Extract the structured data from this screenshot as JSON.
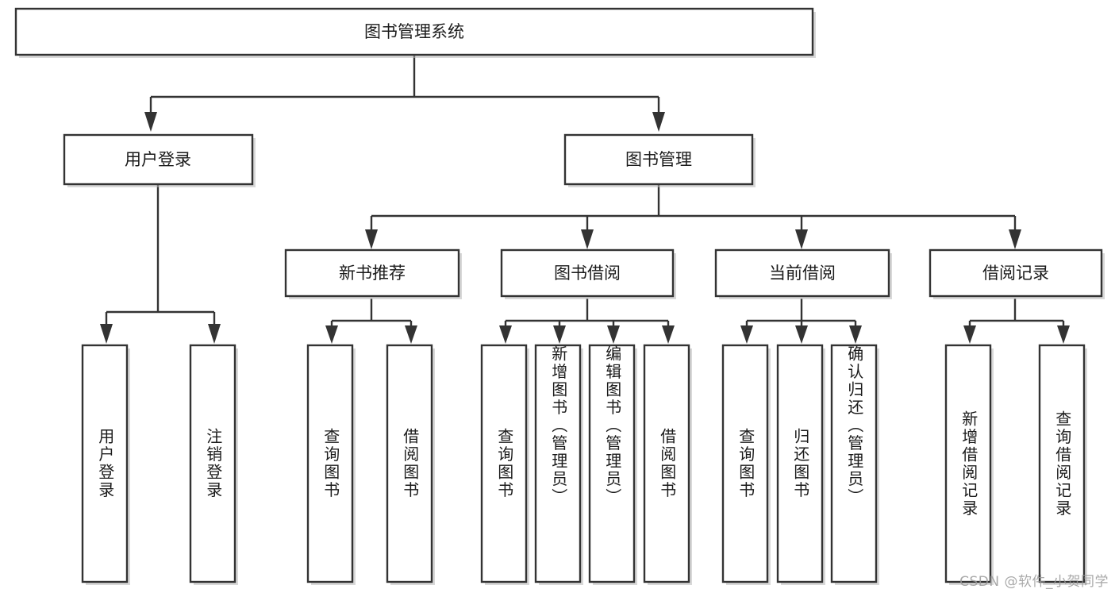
{
  "diagram": {
    "title": "图书管理系统",
    "type": "function-structure-tree",
    "colors": {
      "box_fill": "#ffffff",
      "box_stroke": "#333333",
      "text": "#1b1b1b",
      "shadow": "#b8b8b8",
      "watermark": "#9a9a9a",
      "background": "#ffffff"
    },
    "root": {
      "label": "图书管理系统"
    },
    "level2": [
      {
        "label": "用户登录"
      },
      {
        "label": "图书管理"
      }
    ],
    "level3": [
      {
        "label": "新书推荐"
      },
      {
        "label": "图书借阅"
      },
      {
        "label": "当前借阅"
      },
      {
        "label": "借阅记录"
      }
    ],
    "leaves": {
      "user_login": [
        {
          "label": "用户登录"
        },
        {
          "label": "注销登录"
        }
      ],
      "new_book_recommend": [
        {
          "label": "查询图书"
        },
        {
          "label": "借阅图书"
        }
      ],
      "book_borrow": [
        {
          "label": "查询图书"
        },
        {
          "label": "新增图书（管理员）"
        },
        {
          "label": "编辑图书（管理员）"
        },
        {
          "label": "借阅图书"
        }
      ],
      "current_borrow": [
        {
          "label": "查询图书"
        },
        {
          "label": "归还图书"
        },
        {
          "label": "确认归还（管理员）"
        }
      ],
      "borrow_record": [
        {
          "label": "新增借阅记录"
        },
        {
          "label": "查询借阅记录"
        }
      ]
    }
  },
  "watermark": {
    "text": "CSDN @软件_小贺同学"
  }
}
